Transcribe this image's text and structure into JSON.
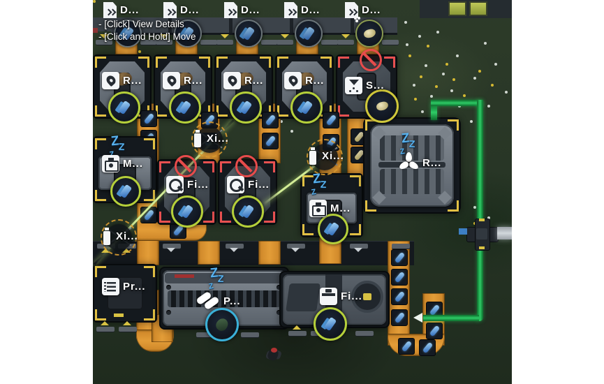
{
  "tooltip": {
    "lines": [
      "- [Click] View Details",
      "- [Click and Hold] Move"
    ]
  },
  "labels": {
    "deposit": "D...",
    "refiner": "R...",
    "sifter": "S...",
    "molder": "M...",
    "grinder": "Fi...",
    "pole": "Xi...",
    "printer": "Pr...",
    "processor": "P...",
    "filler": "Fi...",
    "reactor": "R..."
  },
  "status": {
    "sleep_letter": "Z"
  },
  "icons": {
    "deposit": "document-icon",
    "refiner": "flame-icon",
    "sifter": "sieve-icon",
    "molder": "mold-icon",
    "grinder": "grinder-icon",
    "pole": "power-pole-icon",
    "printer": "blueprint-icon",
    "processor": "pills-icon",
    "filler": "canister-icon",
    "reactor": "fan-icon",
    "sleeping": "zzz-icon",
    "blocked": "no-entry-icon"
  },
  "colors": {
    "belt_orange": "#d18a2b",
    "accent_yellow": "#e2c043",
    "alert_red": "#e84b4b",
    "power_green": "#2ecc66",
    "ring_green": "#b5cf3a",
    "ring_yellow": "#cfc73a",
    "ring_blue": "#3ab0d8",
    "sleep_blue": "#58b2ee"
  }
}
